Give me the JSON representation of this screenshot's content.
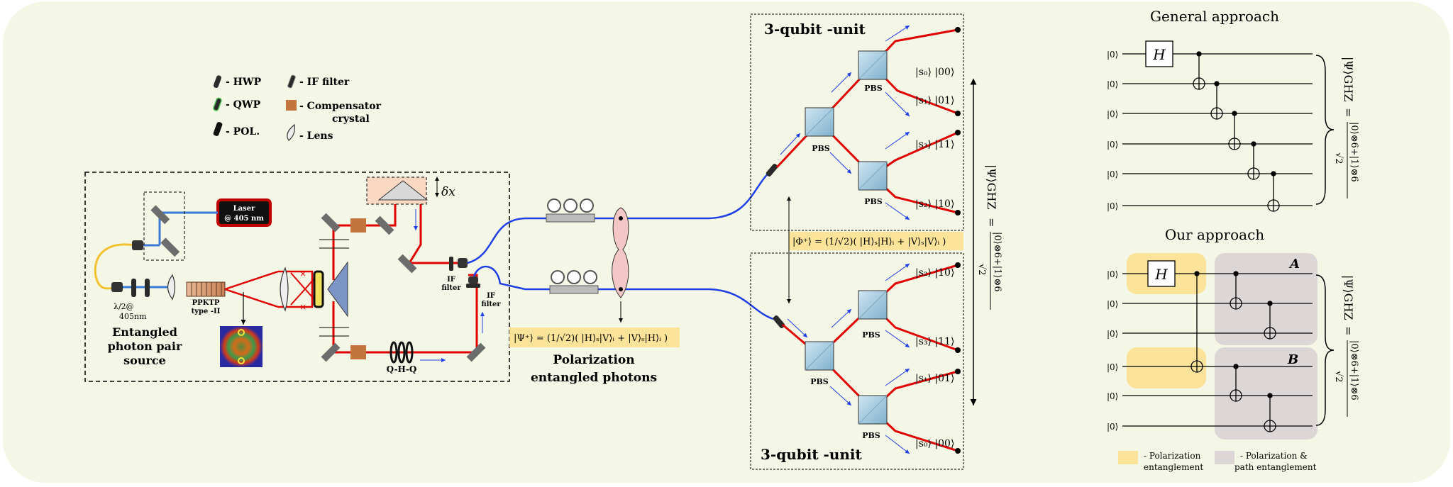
{
  "legend": {
    "hwp": "- HWP",
    "qwp": "- QWP",
    "pol": "- POL.",
    "if_filter": "- IF filter",
    "compensator_line1": "- Compensator",
    "compensator_line2": "crystal",
    "lens": "- Lens"
  },
  "source": {
    "laser_line1": "Laser",
    "laser_line2": "@ 405 nm",
    "half_wave_label": "λ/2@",
    "half_wave_wavelength": "405nm",
    "crystal_line1": "PPKTP",
    "crystal_line2": "type -II",
    "title_line1": "Entangled",
    "title_line2": "photon pair",
    "title_line3": "source",
    "delay_label": "δx",
    "qhq_label": "Q-H-Q",
    "if_filter_top_line1": "IF",
    "if_filter_top_line2": "filter",
    "if_filter_bottom_line1": "IF",
    "if_filter_bottom_line2": "filter"
  },
  "states": {
    "psi_plus": "|Ψ⁺⟩ = (1/√2)( |H⟩ₛ|V⟩ᵢ + |V⟩ₛ|H⟩ᵢ )",
    "phi_plus": "|Φ⁺⟩ = (1/√2)( |H⟩ₛ|H⟩ᵢ + |V⟩ₛ|V⟩ᵢ )",
    "polarization_line1": "Polarization",
    "polarization_line2": "entangled  photons"
  },
  "units": {
    "top_title": "3-qubit -unit",
    "bottom_title": "3-qubit -unit",
    "pbs": "PBS",
    "top_outputs": [
      "|s₀⟩ |00⟩",
      "|s₁⟩ |01⟩",
      "|s₃⟩ |11⟩",
      "|s₂⟩ |10⟩"
    ],
    "bottom_outputs": [
      "|s₂⟩ |10⟩",
      "|s₃⟩ |11⟩",
      "|s₁⟩ |01⟩",
      "|s₀⟩ |00⟩"
    ],
    "ghz_lhs": "|Ψ⟩GHZ",
    "ghz_rhs_numerator": "|0⟩⊗6+|1⟩⊗6",
    "ghz_rhs_denominator": "√2"
  },
  "circuits": {
    "general_title": "General approach",
    "our_title": "Our approach",
    "ket0": "|0⟩",
    "hadamard": "H",
    "block_a": "A",
    "block_b": "B",
    "ghz_lhs": "|Ψ⟩GHZ",
    "ghz_rhs_numerator": "|0⟩⊗6+|1⟩⊗6",
    "ghz_rhs_denominator": "√2",
    "legend_pol_line1": "- Polarization",
    "legend_pol_line2": "entanglement",
    "legend_path_line1": "- Polarization &",
    "legend_path_line2": "path entanglement"
  },
  "colors": {
    "background_panel": "#f4f6e6",
    "red_beam": "#e10000",
    "blue_beam": "#1f3fe6",
    "yellow_highlight": "#fbe49a",
    "grey_highlight": "#ddd6d6",
    "laser_box": "#c00000",
    "compensator": "#c4753e"
  }
}
